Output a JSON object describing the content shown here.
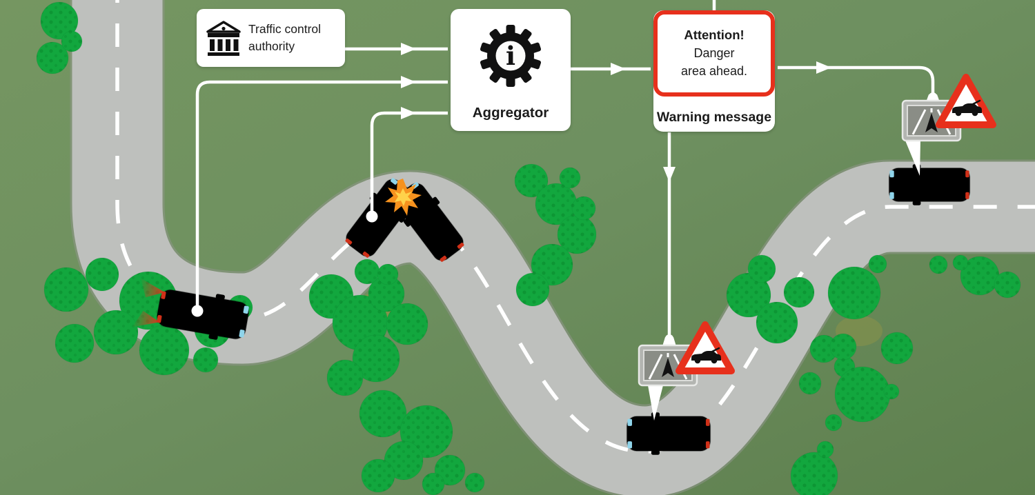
{
  "diagram": {
    "traffic_authority": {
      "line1": "Traffic control",
      "line2": "authority"
    },
    "aggregator_label": "Aggregator",
    "warning_box": {
      "title": "Attention!",
      "line2": "Danger",
      "line3": "area ahead."
    },
    "warning_caption": "Warning message"
  },
  "colors": {
    "background_green": "#6e9060",
    "road_gray": "#bec0bd",
    "lane_marking": "#ffffff",
    "tree_green": "#12a73e",
    "alert_red": "#e7301c",
    "flow_line": "#ffffff",
    "box_white": "#ffffff",
    "text": "#1b1b1b",
    "crash_car_red": "#e63c20",
    "starburst_orange": "#f6921e"
  },
  "icons": {
    "authority": "government-building-icon",
    "aggregator": "gear-info-icon",
    "navigation": "nav-display-icon",
    "warning_sign": "car-breakdown-warning-triangle-icon"
  }
}
